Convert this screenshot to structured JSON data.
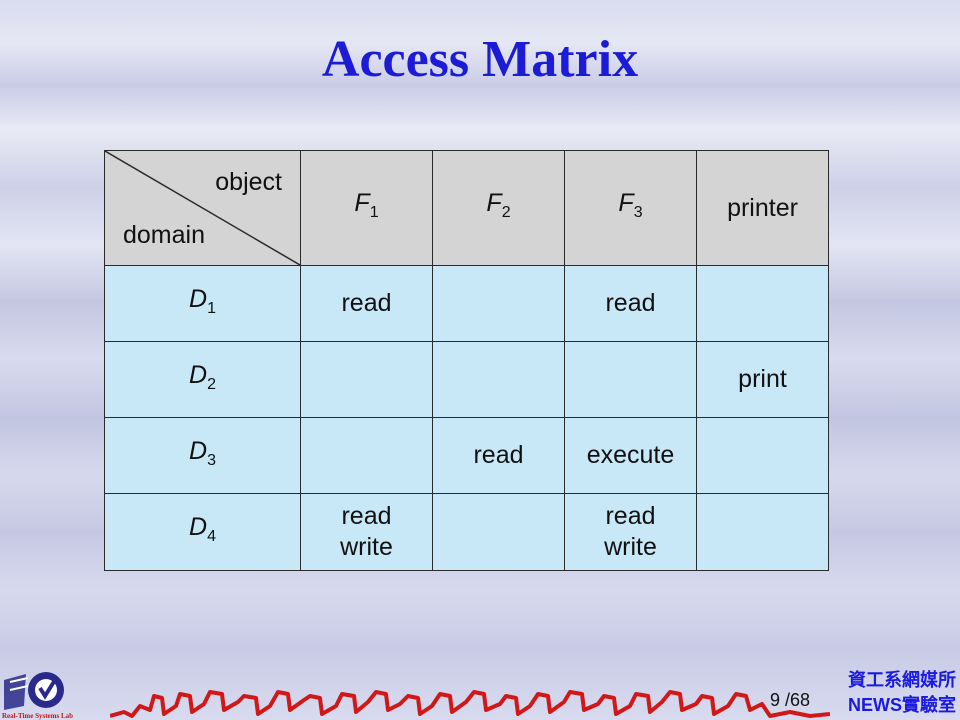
{
  "slide": {
    "title": "Access Matrix",
    "page_current": "9",
    "page_total": "/68",
    "footer_line1": "資工系網媒所",
    "footer_line2": "NEWS實驗室",
    "logo_text": "Real-Time Systems Lab"
  },
  "matrix": {
    "corner_object": "object",
    "corner_domain": "domain",
    "columns": [
      {
        "base": "F",
        "sub": "1"
      },
      {
        "base": "F",
        "sub": "2"
      },
      {
        "base": "F",
        "sub": "3"
      },
      {
        "base": "printer",
        "sub": ""
      }
    ],
    "rows": [
      {
        "domain": {
          "base": "D",
          "sub": "1"
        },
        "cells": [
          "read",
          "",
          "read",
          ""
        ]
      },
      {
        "domain": {
          "base": "D",
          "sub": "2"
        },
        "cells": [
          "",
          "",
          "",
          "print"
        ]
      },
      {
        "domain": {
          "base": "D",
          "sub": "3"
        },
        "cells": [
          "",
          "read",
          "execute",
          ""
        ]
      },
      {
        "domain": {
          "base": "D",
          "sub": "4"
        },
        "cells": [
          "read\nwrite",
          "",
          "read\nwrite",
          ""
        ]
      }
    ]
  },
  "colors": {
    "title": "#1c1cd6",
    "header_bg": "#d4d4d4",
    "cell_bg": "#c8e8f8",
    "footer_text": "#1a1ae0",
    "skyline": "#d01818"
  }
}
